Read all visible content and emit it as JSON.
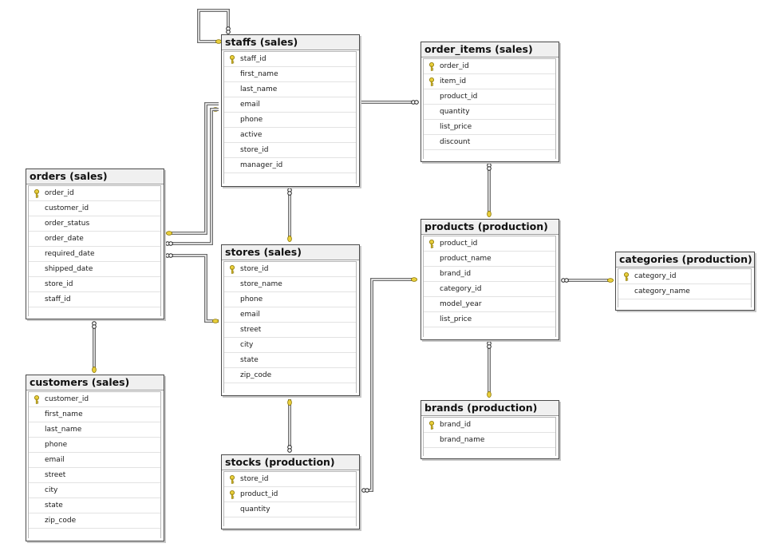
{
  "colors": {
    "key": "#e9cf3c",
    "key_outline": "#8a7400",
    "line": "#6d6d6d",
    "title_bg": "#f0f0f0"
  },
  "tables": {
    "staffs": {
      "title": "staffs (sales)",
      "columns": [
        "staff_id",
        "first_name",
        "last_name",
        "email",
        "phone",
        "active",
        "store_id",
        "manager_id"
      ],
      "keys": [
        true,
        false,
        false,
        false,
        false,
        false,
        false,
        false
      ]
    },
    "order_items": {
      "title": "order_items (sales)",
      "columns": [
        "order_id",
        "item_id",
        "product_id",
        "quantity",
        "list_price",
        "discount"
      ],
      "keys": [
        true,
        true,
        false,
        false,
        false,
        false
      ]
    },
    "orders": {
      "title": "orders (sales)",
      "columns": [
        "order_id",
        "customer_id",
        "order_status",
        "order_date",
        "required_date",
        "shipped_date",
        "store_id",
        "staff_id"
      ],
      "keys": [
        true,
        false,
        false,
        false,
        false,
        false,
        false,
        false
      ]
    },
    "stores": {
      "title": "stores (sales)",
      "columns": [
        "store_id",
        "store_name",
        "phone",
        "email",
        "street",
        "city",
        "state",
        "zip_code"
      ],
      "keys": [
        true,
        false,
        false,
        false,
        false,
        false,
        false,
        false
      ]
    },
    "products": {
      "title": "products (production)",
      "columns": [
        "product_id",
        "product_name",
        "brand_id",
        "category_id",
        "model_year",
        "list_price"
      ],
      "keys": [
        true,
        false,
        false,
        false,
        false,
        false
      ]
    },
    "categories": {
      "title": "categories (production)",
      "columns": [
        "category_id",
        "category_name"
      ],
      "keys": [
        true,
        false
      ]
    },
    "customers": {
      "title": "customers (sales)",
      "columns": [
        "customer_id",
        "first_name",
        "last_name",
        "phone",
        "email",
        "street",
        "city",
        "state",
        "zip_code"
      ],
      "keys": [
        true,
        false,
        false,
        false,
        false,
        false,
        false,
        false,
        false
      ]
    },
    "brands": {
      "title": "brands (production)",
      "columns": [
        "brand_id",
        "brand_name"
      ],
      "keys": [
        true,
        false
      ]
    },
    "stocks": {
      "title": "stocks (production)",
      "columns": [
        "store_id",
        "product_id",
        "quantity"
      ],
      "keys": [
        true,
        true,
        false
      ]
    }
  },
  "relationships": [
    {
      "name": "staffs-self-manager",
      "from": "staffs",
      "to": "staffs"
    },
    {
      "name": "staffs-order_items",
      "from": "staffs",
      "to": "order_items"
    },
    {
      "name": "orders-staffs",
      "from": "orders",
      "to": "staffs"
    },
    {
      "name": "orders-staffs-2",
      "from": "orders",
      "to": "staffs"
    },
    {
      "name": "orders-stores",
      "from": "orders",
      "to": "stores"
    },
    {
      "name": "staffs-stores",
      "from": "staffs",
      "to": "stores"
    },
    {
      "name": "orders-customers",
      "from": "orders",
      "to": "customers"
    },
    {
      "name": "order_items-products",
      "from": "order_items",
      "to": "products"
    },
    {
      "name": "stocks-products",
      "from": "stocks",
      "to": "products"
    },
    {
      "name": "products-categories",
      "from": "products",
      "to": "categories"
    },
    {
      "name": "products-brands",
      "from": "products",
      "to": "brands"
    },
    {
      "name": "stocks-stores",
      "from": "stocks",
      "to": "stores"
    }
  ]
}
